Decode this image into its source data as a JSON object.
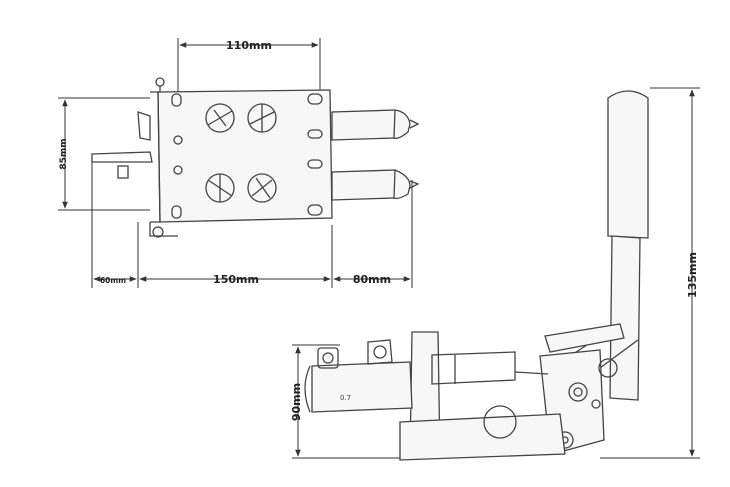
{
  "top_view": {
    "width_label": "110mm",
    "height_label": "85mm",
    "offset_label": "60mm",
    "length_label": "150mm",
    "extension_label": "80mm"
  },
  "side_view": {
    "base_height_label": "90mm",
    "total_height_label": "135mm",
    "cylinder_mark": "0.7"
  }
}
